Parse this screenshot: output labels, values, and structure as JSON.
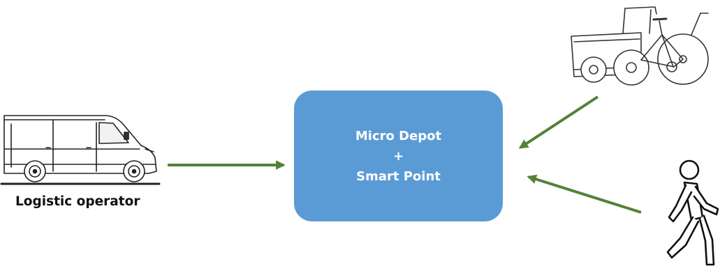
{
  "depot": {
    "line1": "Micro Depot",
    "line2": "+",
    "line3": "Smart Point",
    "color": "#5B9BD5"
  },
  "operator": {
    "label": "Logistic operator",
    "icon": "delivery-van-icon"
  },
  "cargo_bike": {
    "icon": "cargo-bike-icon"
  },
  "pedestrian": {
    "icon": "pedestrian-icon"
  },
  "arrow_color": "#548235"
}
